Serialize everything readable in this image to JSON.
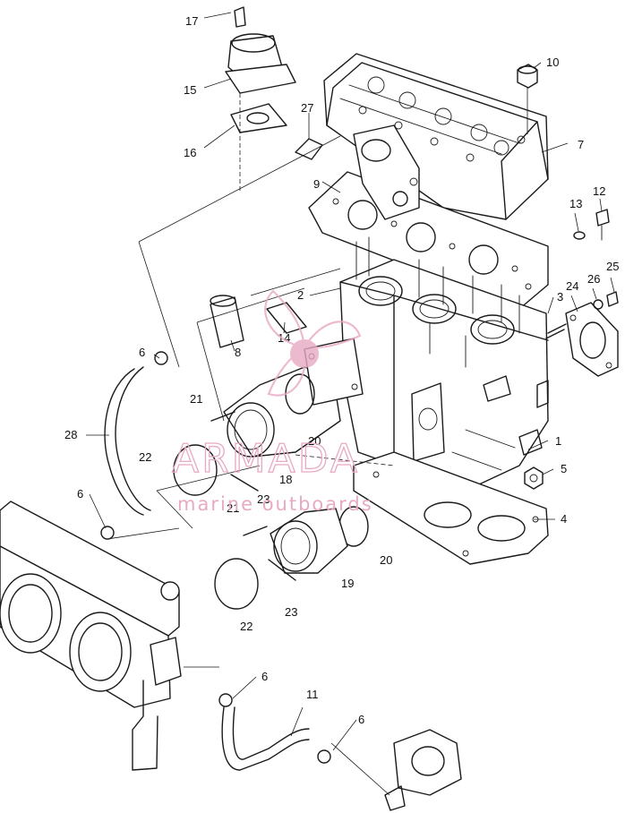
{
  "diagram": {
    "callouts": [
      {
        "id": "p1",
        "label": "1"
      },
      {
        "id": "p2",
        "label": "2"
      },
      {
        "id": "p3",
        "label": "3"
      },
      {
        "id": "p4",
        "label": "4"
      },
      {
        "id": "p5",
        "label": "5"
      },
      {
        "id": "p6a",
        "label": "6"
      },
      {
        "id": "p6b",
        "label": "6"
      },
      {
        "id": "p6c",
        "label": "6"
      },
      {
        "id": "p6d",
        "label": "6"
      },
      {
        "id": "p7",
        "label": "7"
      },
      {
        "id": "p8",
        "label": "8"
      },
      {
        "id": "p9",
        "label": "9"
      },
      {
        "id": "p10",
        "label": "10"
      },
      {
        "id": "p11",
        "label": "11"
      },
      {
        "id": "p12",
        "label": "12"
      },
      {
        "id": "p13",
        "label": "13"
      },
      {
        "id": "p14",
        "label": "14"
      },
      {
        "id": "p15",
        "label": "15"
      },
      {
        "id": "p16",
        "label": "16"
      },
      {
        "id": "p17",
        "label": "17"
      },
      {
        "id": "p18",
        "label": "18"
      },
      {
        "id": "p19",
        "label": "19"
      },
      {
        "id": "p20a",
        "label": "20"
      },
      {
        "id": "p20b",
        "label": "20"
      },
      {
        "id": "p21a",
        "label": "21"
      },
      {
        "id": "p21b",
        "label": "21"
      },
      {
        "id": "p22a",
        "label": "22"
      },
      {
        "id": "p22b",
        "label": "22"
      },
      {
        "id": "p23a",
        "label": "23"
      },
      {
        "id": "p23b",
        "label": "23"
      },
      {
        "id": "p24",
        "label": "24"
      },
      {
        "id": "p25",
        "label": "25"
      },
      {
        "id": "p26",
        "label": "26"
      },
      {
        "id": "p27",
        "label": "27"
      },
      {
        "id": "p28",
        "label": "28"
      }
    ]
  },
  "watermark": {
    "brand": "ARMADA",
    "tagline": "marine outboards",
    "color": "#e8a9c4"
  },
  "colors": {
    "line": "#1a1a1a",
    "background": "#ffffff"
  }
}
